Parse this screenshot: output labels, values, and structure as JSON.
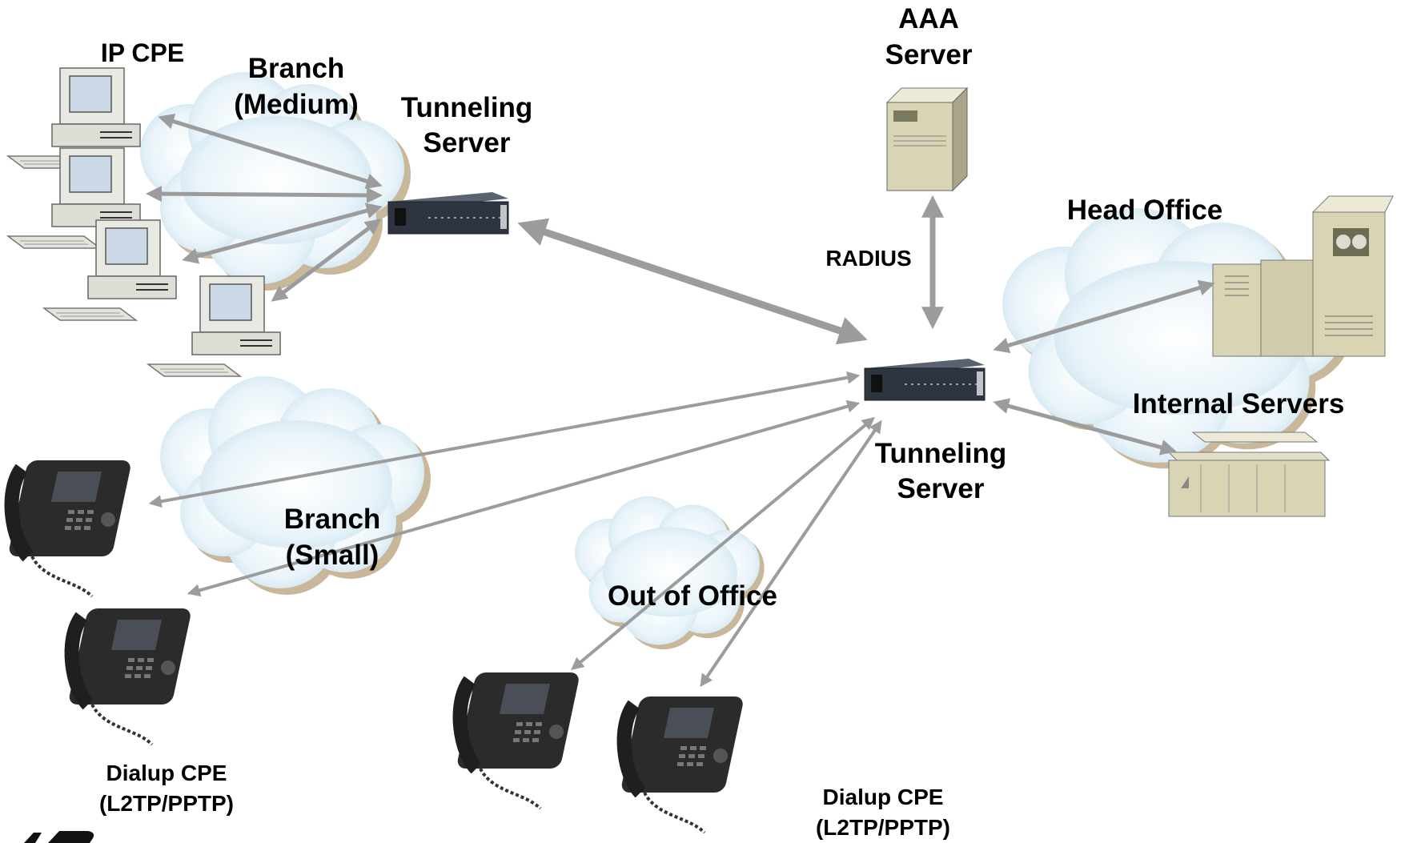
{
  "labels": {
    "ip_cpe": "IP CPE",
    "branch_medium_1": "Branch",
    "branch_medium_2": "(Medium)",
    "tunnel_top_1": "Tunneling",
    "tunnel_top_2": "Server",
    "aaa_1": "AAA",
    "aaa_2": "Server",
    "radius": "RADIUS",
    "head_office": "Head Office",
    "internal_servers": "Internal Servers",
    "tunnel_mid_1": "Tunneling",
    "tunnel_mid_2": "Server",
    "branch_small_1": "Branch",
    "branch_small_2": "(Small)",
    "out_of_office": "Out of Office",
    "dialup_left_1": "Dialup CPE",
    "dialup_left_2": "(L2TP/PPTP)",
    "dialup_right_1": "Dialup CPE",
    "dialup_right_2": "(L2TP/PPTP)"
  },
  "colors": {
    "arrow": "#9c9c9c",
    "cloud_fill": "#dfeef6",
    "cloud_shadow": "#c9b79a",
    "device_dark": "#2e3540",
    "server_beige": "#d8d4b4"
  },
  "icons": [
    "desktop-computer-icon",
    "ip-phone-icon",
    "tunneling-server-icon",
    "tower-server-icon",
    "mainframe-icon",
    "rack-server-icon",
    "cloud-icon"
  ]
}
